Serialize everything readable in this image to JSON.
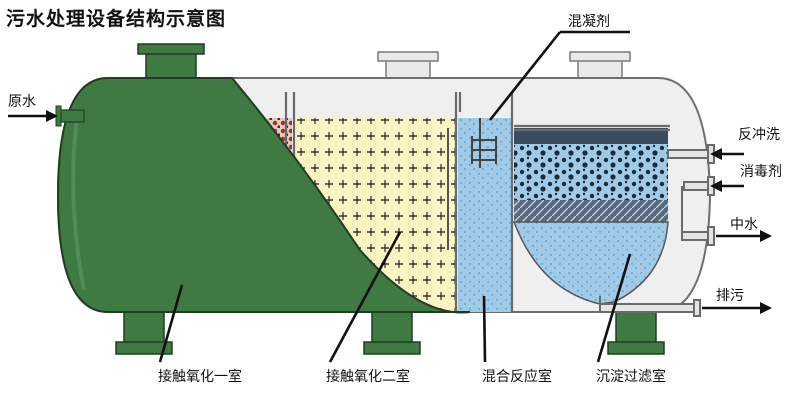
{
  "title": "污水处理设备结构示意图",
  "labels": {
    "inlet": "原水",
    "coagulant": "混凝剂",
    "backwash": "反冲洗",
    "disinfectant": "消毒剂",
    "reclaimed_water": "中水",
    "drain": "排污",
    "chamber1": "接触氧化一室",
    "chamber2": "接触氧化二室",
    "mixing": "混合反应室",
    "settling": "沉淀过滤室"
  },
  "colors": {
    "tank_green": "#3e7a42",
    "tank_edge": "#1f3d22",
    "tank_inner": "#efefef",
    "media_yellow": "#fbf3c2",
    "media_red": "#c0352a",
    "water_blue": "#9fcbe8",
    "filter_dark": "#3a4c60"
  }
}
